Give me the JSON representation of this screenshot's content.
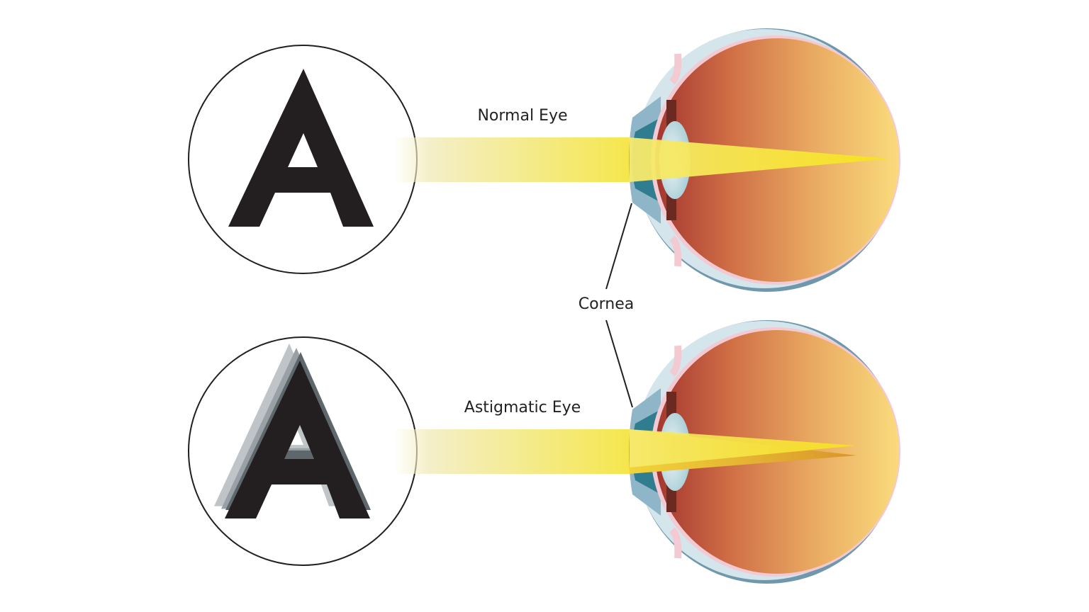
{
  "labels": {
    "normal": "Normal Eye",
    "astigmatic": "Astigmatic Eye",
    "cornea": "Cornea"
  },
  "chart_letters": {
    "normal": "A",
    "astigmatic": "A"
  },
  "colors": {
    "beam": "#f5e52a",
    "vitreous_dark": "#a83c35",
    "vitreous_light": "#f9d77a",
    "sclera": "#6d97ad",
    "letter": "#231f20"
  }
}
